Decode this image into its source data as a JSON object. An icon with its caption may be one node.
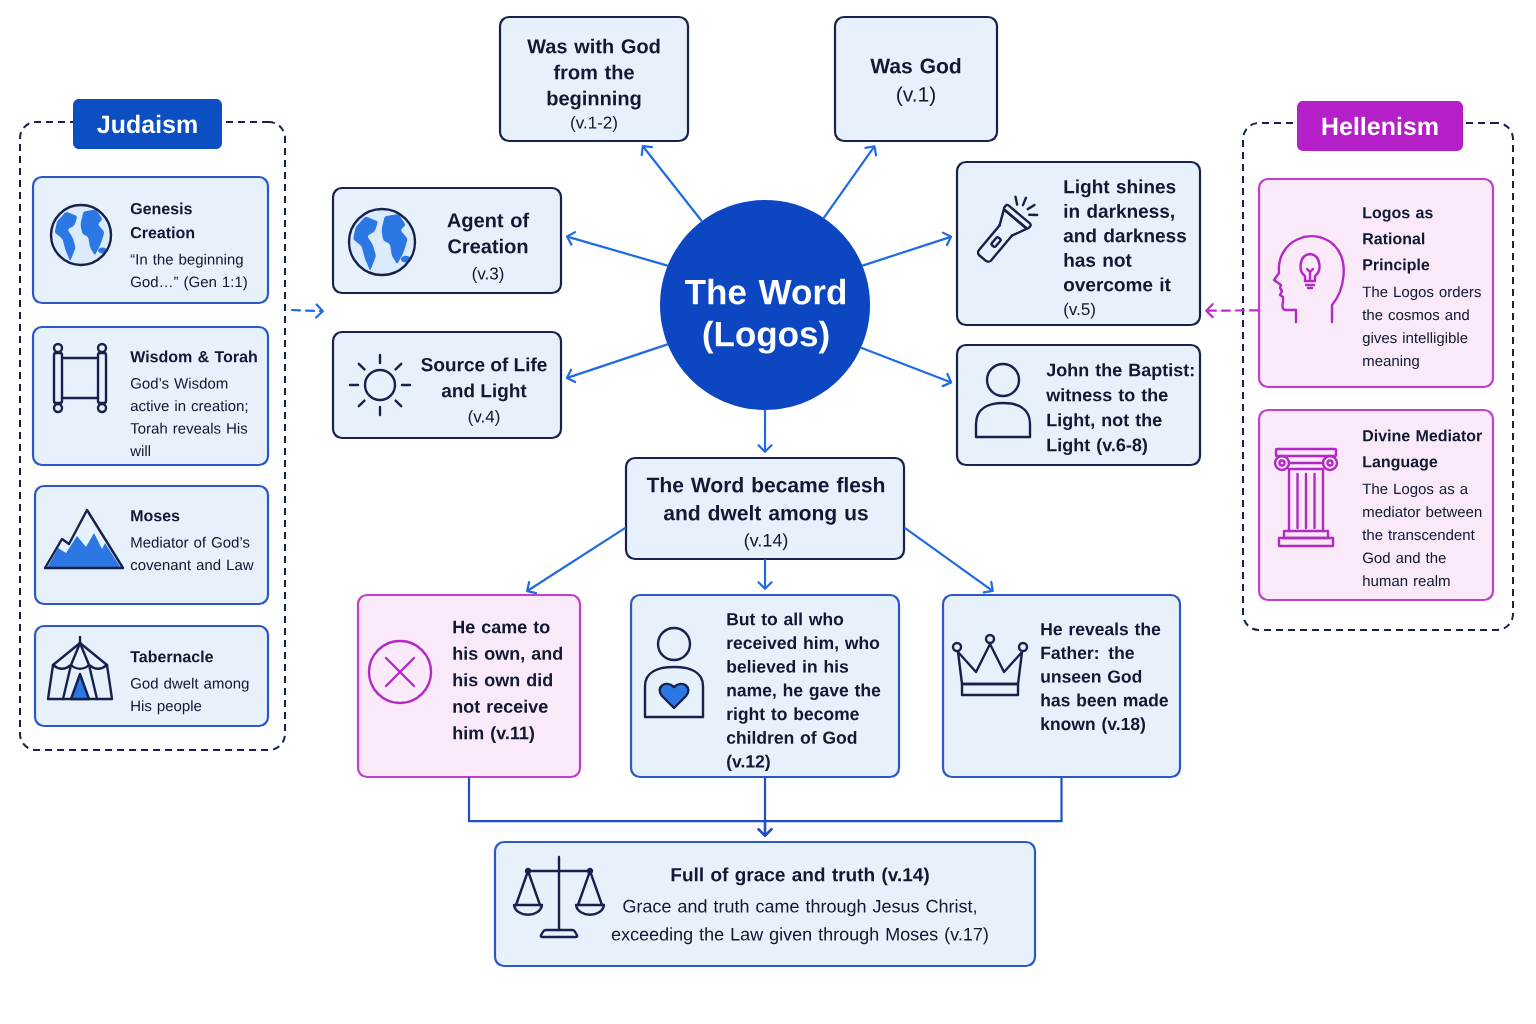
{
  "diagram": {
    "nodes": [
      {
        "text": [
          "Judaism"
        ]
      },
      {
        "text": [
          "Genesis Creation",
          "“In the beginning God…” (Gen 1:1)"
        ],
        "in": 0
      },
      {
        "text": [
          "Wisdom & Torah",
          "God’s Wisdom active in creation; Torah reveals His will"
        ],
        "in": 0
      },
      {
        "text": [
          "Moses",
          "Mediator of God’s covenant and Law"
        ],
        "in": 0
      },
      {
        "text": [
          "Tabernacle",
          "God dwelt among His people"
        ],
        "in": 0
      },
      {
        "text": [
          "Was with God from the beginning",
          "(v.1-2)"
        ]
      },
      {
        "text": [
          "Was God",
          "(v.1)"
        ]
      },
      {
        "text": [
          "Agent of Creation",
          "(v.3)"
        ]
      },
      {
        "text": [
          "Source of Life and Light",
          "(v.4)"
        ]
      },
      {
        "text": [
          "The Word (Logos)"
        ]
      },
      {
        "text": [
          "Light shines in darkness, and darkness has not overcome it",
          "(v.5)"
        ]
      },
      {
        "text": [
          "John the Baptist: witness to the Light, not the Light (v.6-8)"
        ]
      },
      {
        "text": [
          "Hellenism"
        ]
      },
      {
        "text": [
          "Logos as Rational Principle",
          "The Logos orders the cosmos and gives intelligible meaning"
        ],
        "in": 12
      },
      {
        "text": [
          "Divine Mediator Language",
          "The Logos as a mediator between the transcendent God and the human realm"
        ],
        "in": 12
      },
      {
        "text": [
          "The Word became flesh and dwelt among us",
          "(v.14)"
        ]
      },
      {
        "text": [
          "He came to his own, and his own did not receive him (v.11)"
        ]
      },
      {
        "text": [
          "But to all who received him, who believed in his name, he gave the right to become children of God (v.12)"
        ]
      },
      {
        "text": [
          "He reveals the Father: the unseen God has been made known (v.18)"
        ]
      },
      {
        "text": [
          "Full of grace and truth (v.14)",
          "Grace and truth came through Jesus Christ, exceeding the Law given through Moses (v.17)"
        ]
      }
    ],
    "edges": [
      {
        "from": 0,
        "to": 7,
        "arrow": "to",
        "style": "dashed"
      },
      {
        "from": 13,
        "to": 10,
        "arrow": "to",
        "style": "dashed",
        "color": "#c02ccc"
      },
      {
        "from": 9,
        "to": 5,
        "arrow": "to"
      },
      {
        "from": 9,
        "to": 6,
        "arrow": "to"
      },
      {
        "from": 9,
        "to": 7,
        "arrow": "to"
      },
      {
        "from": 9,
        "to": 8,
        "arrow": "to"
      },
      {
        "from": 9,
        "to": 10,
        "arrow": "to"
      },
      {
        "from": 9,
        "to": 11,
        "arrow": "to"
      },
      {
        "from": 9,
        "to": 15,
        "arrow": "to"
      },
      {
        "from": 15,
        "to": 16,
        "arrow": "to"
      },
      {
        "from": 15,
        "to": 17,
        "arrow": "to"
      },
      {
        "from": 15,
        "to": 18,
        "arrow": "to"
      },
      {
        "from": 16,
        "to": 19,
        "arrow": "to",
        "color": "#1f4fc4"
      },
      {
        "from": 17,
        "to": 19,
        "arrow": "to",
        "color": "#1f4fc4"
      },
      {
        "from": 18,
        "to": 19,
        "arrow": "to",
        "color": "#1f4fc4"
      }
    ]
  }
}
